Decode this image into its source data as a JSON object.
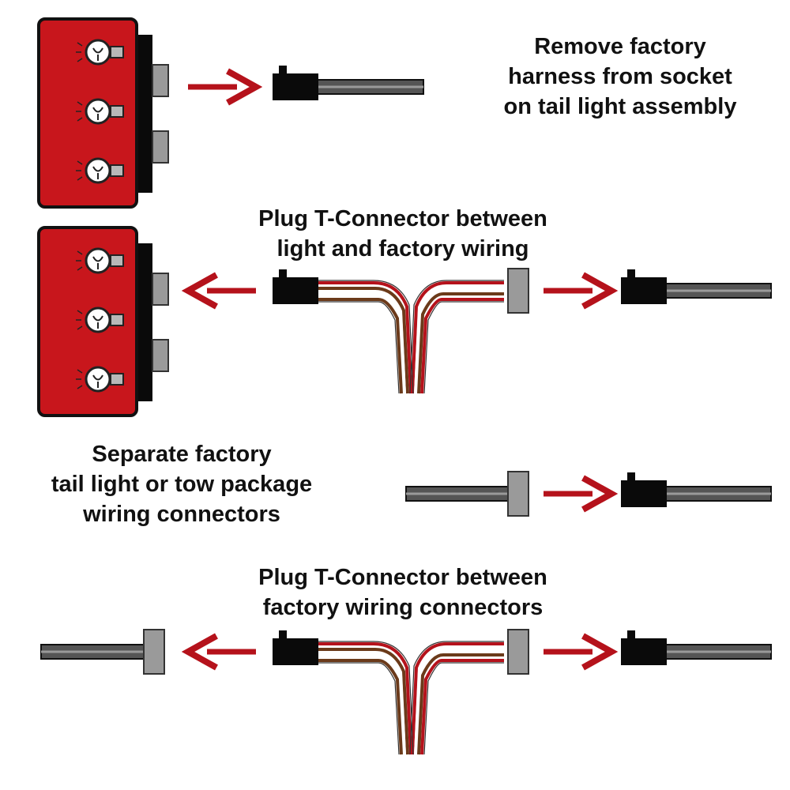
{
  "captions": {
    "step1": [
      "Remove factory",
      "harness from socket",
      "on tail light assembly"
    ],
    "step2": [
      "Plug T-Connector between",
      "light and factory wiring"
    ],
    "step3": [
      "Separate factory",
      "tail light or tow package",
      "wiring connectors"
    ],
    "step4": [
      "Plug T-Connector between",
      "factory wiring connectors"
    ]
  },
  "colors": {
    "tail_light_body": "#c8161c",
    "arrow": "#b5121b",
    "plug": "#0a0a0a",
    "socket": "#9a9a9a",
    "cable": "#555555",
    "wire_red": "#b5121b",
    "wire_brown": "#6b3a1a",
    "wire_white": "#ffffff"
  },
  "icons": [
    "tail-light-icon",
    "bulb-icon",
    "plug-connector-icon",
    "socket-connector-icon",
    "arrow-right-icon",
    "arrow-left-icon",
    "t-connector-harness-icon"
  ]
}
